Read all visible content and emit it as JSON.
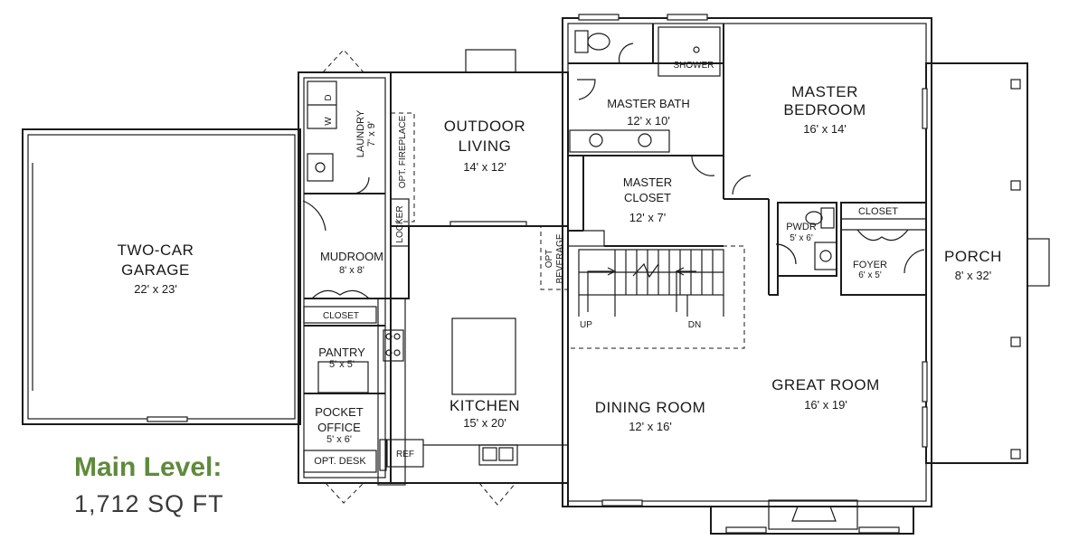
{
  "caption": {
    "title": "Main Level:",
    "area": "1,712 SQ FT"
  },
  "accent_color": "#5f8a3b",
  "rooms": {
    "garage": {
      "l1": "TWO-CAR",
      "l2": "GARAGE",
      "dim": "22' x 23'"
    },
    "laundry": {
      "l1": "LAUNDRY",
      "dim": "7' x 9'"
    },
    "mudroom": {
      "l1": "MUDROOM",
      "dim": "8' x 8'"
    },
    "outdoor": {
      "l1": "OUTDOOR",
      "l2": "LIVING",
      "dim": "14' x 12'"
    },
    "master_bath": {
      "l1": "MASTER BATH",
      "dim": "12' x 10'"
    },
    "master_bed": {
      "l1": "MASTER",
      "l2": "BEDROOM",
      "dim": "16' x 14'"
    },
    "master_closet": {
      "l1": "MASTER",
      "l2": "CLOSET",
      "dim": "12' x 7'"
    },
    "pwdr": {
      "l1": "PWDR",
      "dim": "5' x 6'"
    },
    "foyer": {
      "l1": "FOYER",
      "dim": "6' x 5'"
    },
    "porch": {
      "l1": "PORCH",
      "dim": "8' x 32'"
    },
    "pantry": {
      "l1": "PANTRY",
      "dim": "5' x 5'"
    },
    "pocket_office": {
      "l1": "POCKET",
      "l2": "OFFICE",
      "dim": "5' x 6'"
    },
    "kitchen": {
      "l1": "KITCHEN",
      "dim": "15' x 20'"
    },
    "dining": {
      "l1": "DINING ROOM",
      "dim": "12' x 16'"
    },
    "great": {
      "l1": "GREAT ROOM",
      "dim": "16' x 19'"
    }
  },
  "labels": {
    "shower": "SHOWER",
    "closet_foyer": "CLOSET",
    "closet_mud": "CLOSET",
    "locker": "LOCKER",
    "fireplace": "OPT. FIREPLACE",
    "beverage_1": "OPT",
    "beverage_2": "BEVERAGE",
    "up": "UP",
    "dn": "DN",
    "ref": "REF",
    "opt_desk": "OPT. DESK",
    "washer": "W",
    "dryer": "D"
  }
}
